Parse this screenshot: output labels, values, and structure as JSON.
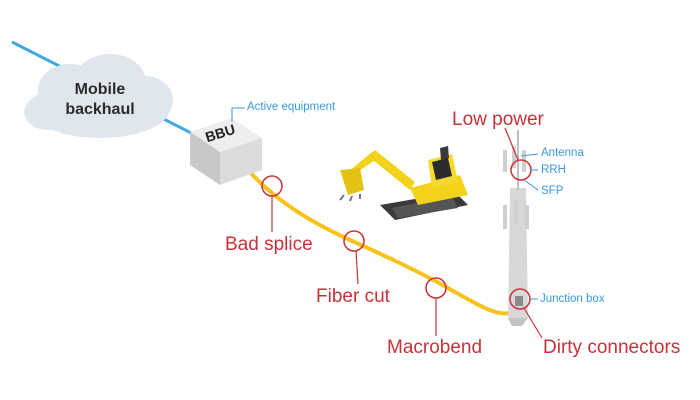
{
  "diagram": {
    "cloud_label_line1": "Mobile",
    "cloud_label_line2": "backhaul",
    "bbu_label": "BBU",
    "equipment_labels": {
      "active_equipment": "Active equipment",
      "antenna": "Antenna",
      "rrh": "RRH",
      "sfp": "SFP",
      "junction_box": "Junction box"
    },
    "fault_labels": {
      "low_power": "Low power",
      "bad_splice": "Bad splice",
      "fiber_cut": "Fiber cut",
      "macrobend": "Macrobend",
      "dirty_connectors": "Dirty connectors"
    },
    "colors": {
      "backhaul_line": "#3fa9e0",
      "fiber": "#f7c21a",
      "fault": "#c8323a",
      "equipment_label": "#3a9ad9",
      "cloud": "#dfe6ee",
      "bbu": "#d9d9d9",
      "excavator": "#f2d21a"
    }
  }
}
